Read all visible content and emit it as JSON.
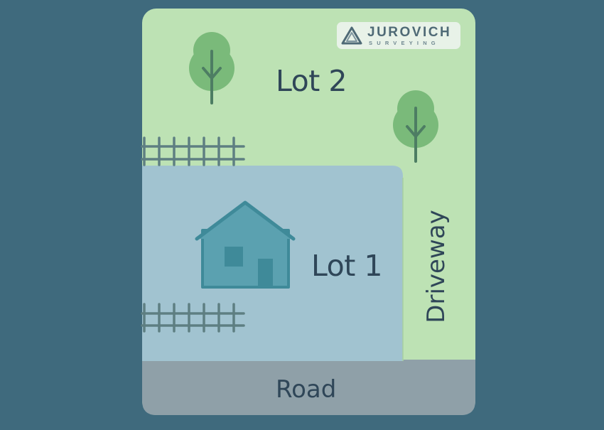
{
  "labels": {
    "lot2": "Lot 2",
    "lot1": "Lot 1",
    "driveway": "Driveway",
    "road": "Road"
  },
  "logo": {
    "name": "JUROVICH",
    "subtitle": "SURVEYING"
  },
  "icons": [
    "tree-icon",
    "house-icon",
    "fence-icon",
    "logo-triangle-icon"
  ],
  "colors": {
    "background": "#3f6a7d",
    "lot2": "#bde2b4",
    "lot1": "#a1c3d0",
    "road": "#8fa0a8",
    "tree": "#7aba7a",
    "house": "#5ba1b0",
    "fence": "#5e7f82",
    "text": "#2f4658"
  }
}
